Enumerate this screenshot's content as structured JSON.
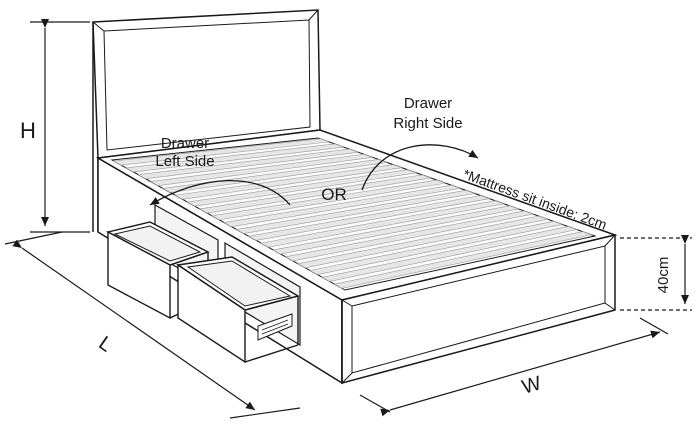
{
  "labels": {
    "height": "H",
    "length": "L",
    "width": "W",
    "drawer_left_line1": "Drawer",
    "drawer_left_line2": "Left Side",
    "drawer_right_line1": "Drawer",
    "drawer_right_line2": "Right Side",
    "or": "OR",
    "mattress_note": "*Mattress sit inside: 2cm",
    "base_height": "40cm"
  },
  "colors": {
    "stroke": "#1a1a1a",
    "fill": "#ffffff",
    "slat": "#e6e6e6",
    "slat_stroke": "#9a9a9a",
    "shade": "#f2f2f2"
  }
}
